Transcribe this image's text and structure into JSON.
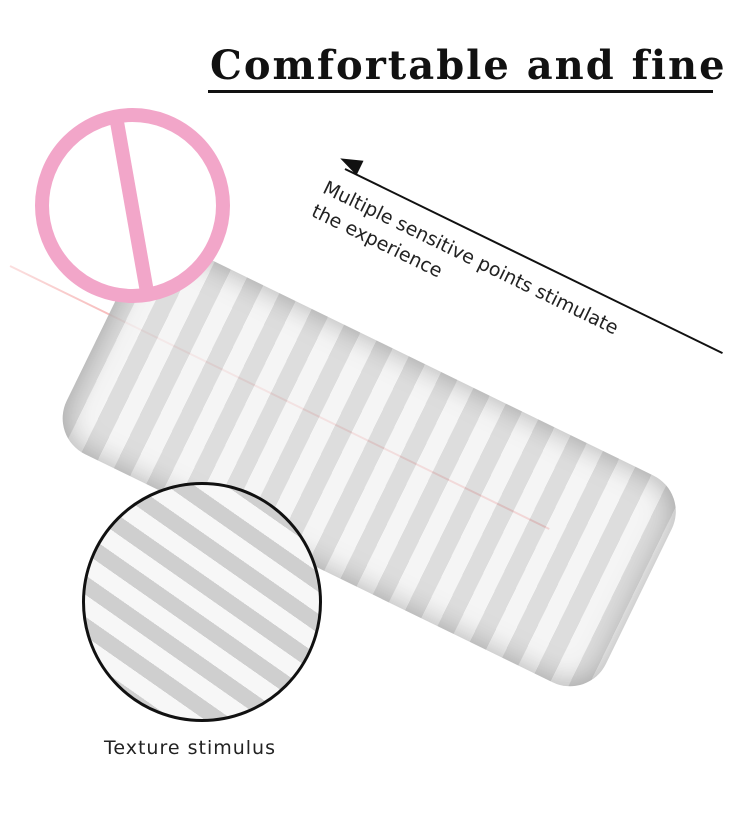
{
  "title": "Comfortable and fine",
  "callout": {
    "line1": "Multiple sensitive points stimulate",
    "line2": "the experience"
  },
  "zoom_label": "Texture stimulus",
  "colors": {
    "accent_pink": "#f2a6c9",
    "accent_red": "#e62828",
    "text": "#111111"
  }
}
